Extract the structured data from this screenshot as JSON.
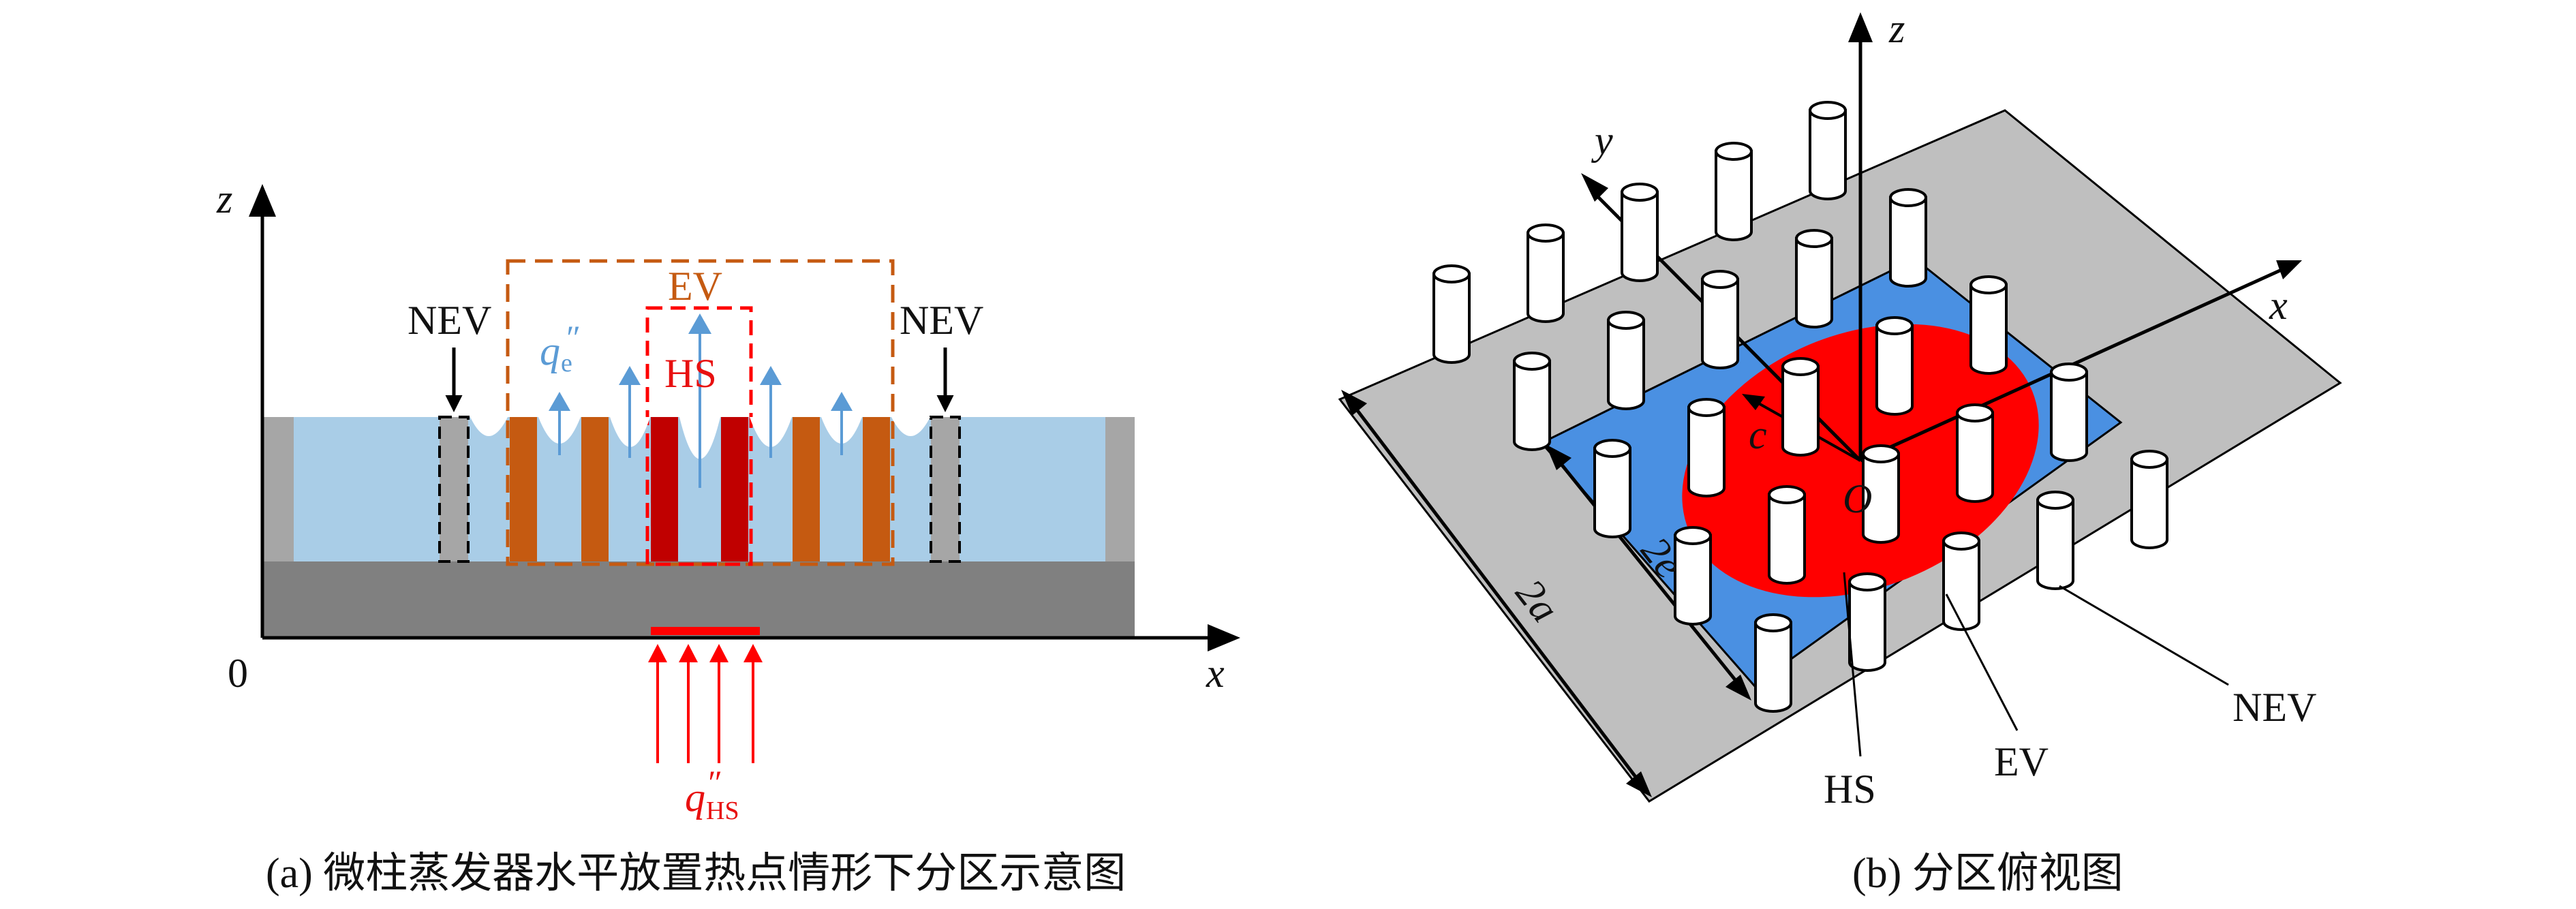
{
  "panel_a": {
    "axis_z": "z",
    "axis_x": "x",
    "origin": "0",
    "nev_left": "NEV",
    "nev_right": "NEV",
    "ev": "EV",
    "hs": "HS",
    "qe_base": "q",
    "qe_sub": "e",
    "qe_prime": "″",
    "qhs_base": "q",
    "qhs_prime": "″",
    "qhs_sub": "HS",
    "caption": "(a) 微柱蒸发器水平放置热点情形下分区示意图"
  },
  "panel_b": {
    "axis_z": "z",
    "axis_y": "y",
    "axis_x": "x",
    "origin": "O",
    "c": "c",
    "two_e": "2e",
    "two_a": "2a",
    "hs": "HS",
    "ev": "EV",
    "nev": "NEV",
    "caption": "(b) 分区俯视图"
  },
  "colors": {
    "liquid": "#a9cde7",
    "substrate": "#7f7f7f",
    "gray_post": "#a6a6a6",
    "orange_post": "#c55a11",
    "red_post": "#c00000",
    "arrow_blue": "#5b9bd5",
    "orange_label": "#c55a11",
    "red_label": "#e81010",
    "plate_gray": "#bfbfbf",
    "blue_square": "#4a90e2",
    "red_disc": "#ff0000"
  }
}
